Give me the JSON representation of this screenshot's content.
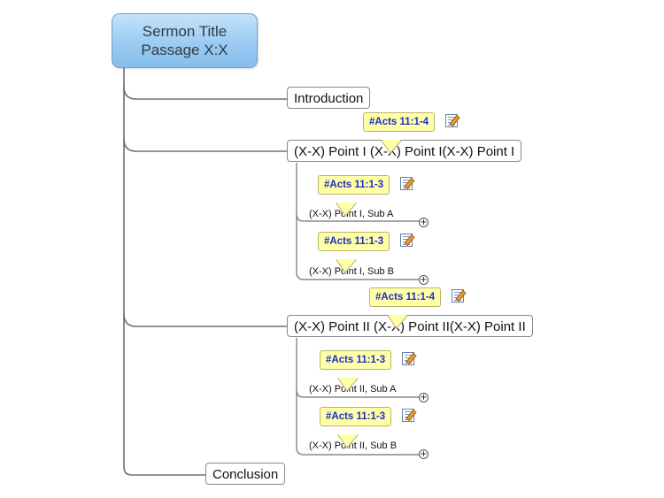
{
  "root": {
    "line1": "Sermon Title",
    "line2": "Passage X:X"
  },
  "topics": {
    "introduction": "Introduction",
    "point1": "(X-X) Point I (X-X) Point I(X-X) Point I",
    "point2": "(X-X) Point II (X-X) Point II(X-X) Point II",
    "conclusion": "Conclusion"
  },
  "subtopics": {
    "p1a": "(X-X) Point I, Sub A",
    "p1b": "(X-X) Point I, Sub B",
    "p2a": "(X-X) Point II, Sub A",
    "p2b": "(X-X) Point II, Sub B"
  },
  "callouts": {
    "point1": "#Acts 11:1-4",
    "p1a": "#Acts 11:1-3",
    "p1b": "#Acts 11:1-3",
    "point2": "#Acts 11:1-4",
    "p2a": "#Acts 11:1-3",
    "p2b": "#Acts 11:1-3"
  },
  "expand_symbol": "+",
  "colors": {
    "root_fill": "#9ccbf2",
    "callout_fill": "#ffffa8",
    "callout_text": "#1c2fc4",
    "connector": "#707070"
  }
}
